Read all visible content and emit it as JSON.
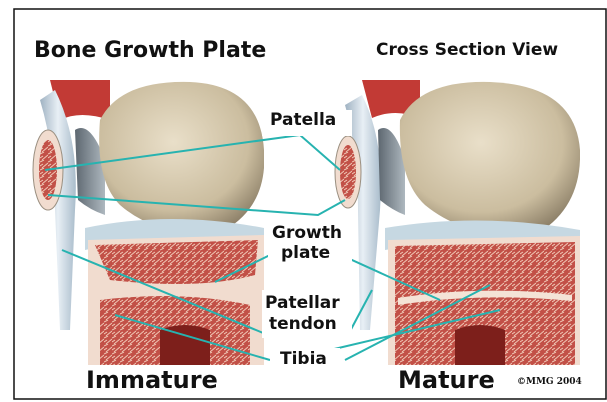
{
  "figure": {
    "title_left": "Bone Growth Plate",
    "title_right": "Cross Section View",
    "labels": {
      "patella": "Patella",
      "growth_plate_line1": "Growth",
      "growth_plate_line2": "plate",
      "patellar_tendon_line1": "Patellar",
      "patellar_tendon_line2": "tendon",
      "tibia": "Tibia"
    },
    "stage_left": "Immature",
    "stage_right": "Mature",
    "copyright": "©MMG 2004"
  },
  "colors": {
    "leader_line": "#27b3b0",
    "femur": "#d8cbb0",
    "femur_shadow": "#a89a80",
    "bone_marrow": "#b3453f",
    "cartilage": "#f1dccf",
    "tendon": "#cfdce6",
    "muscle": "#c23a35"
  }
}
